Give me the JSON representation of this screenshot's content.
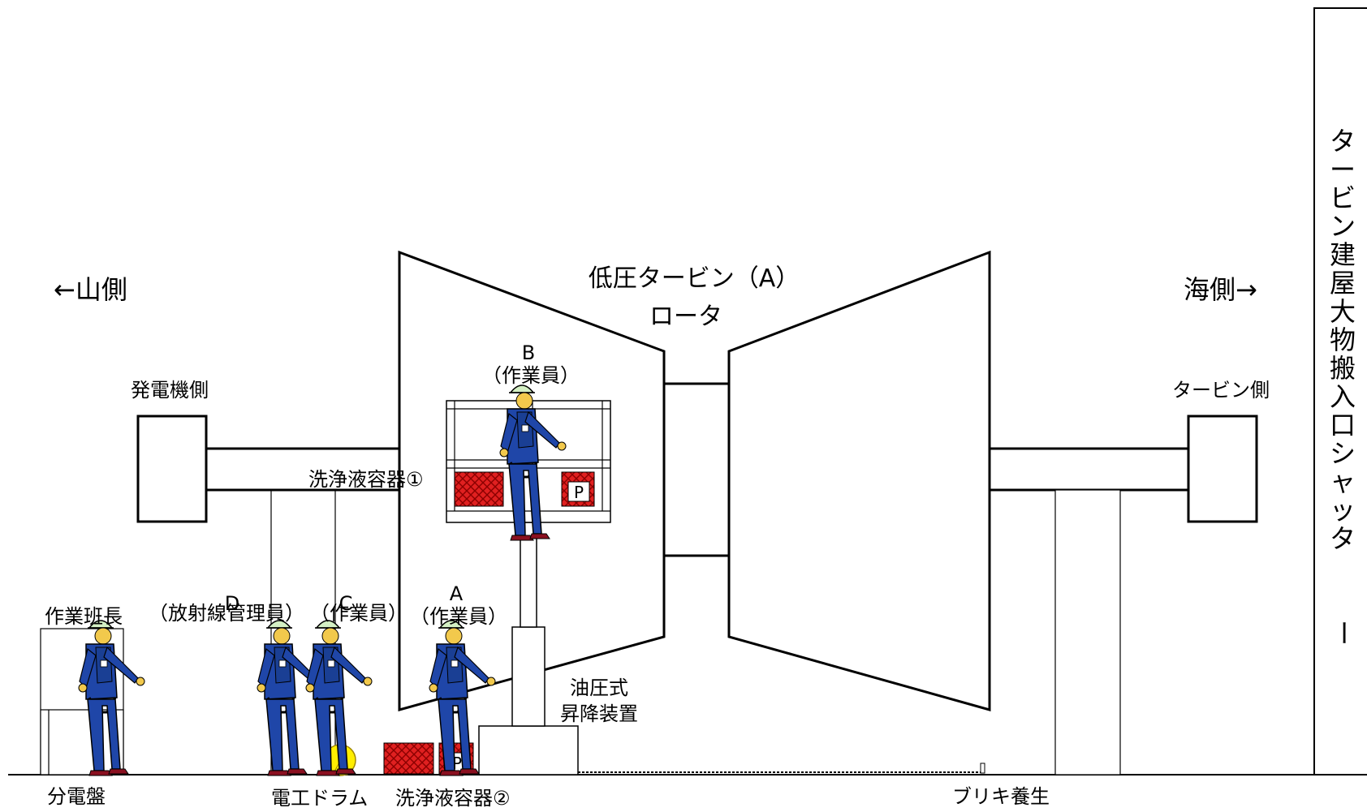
{
  "directions": {
    "left": "←山側",
    "right": "海側→"
  },
  "turbine": {
    "title": "低圧タービン（A）",
    "subtitle": "ロータ"
  },
  "generator_side": "発電機側",
  "turbine_side": "タービン側",
  "worker_b": {
    "id": "B",
    "role": "（作業員）"
  },
  "worker_a": {
    "id": "A",
    "role": "（作業員）"
  },
  "worker_c": {
    "id": "C",
    "role": "（作業員）"
  },
  "worker_d": {
    "id": "D",
    "role": "（放射線管理員）"
  },
  "foreman": "作業班長",
  "container_1": "洗浄液容器①",
  "container_2": "洗浄液容器②",
  "lift": [
    "油圧式",
    "昇降装置"
  ],
  "distribution_board": "分電盤",
  "cable_drum": "電工ドラム",
  "tin_protection": "ブリキ養生",
  "shutter": [
    "タ",
    "ー",
    "ビ",
    "ン",
    "建",
    "屋",
    "大",
    "物",
    "搬",
    "入",
    "口",
    "シ",
    "ャ",
    "ッ",
    "タ",
    "ー"
  ],
  "p_mark": "P",
  "colors": {
    "worker_suit": "#1f46a8",
    "helmet": "#d4f0c4",
    "skin": "#f2c94c",
    "container": "#e02020",
    "drum": "#ffee00"
  }
}
